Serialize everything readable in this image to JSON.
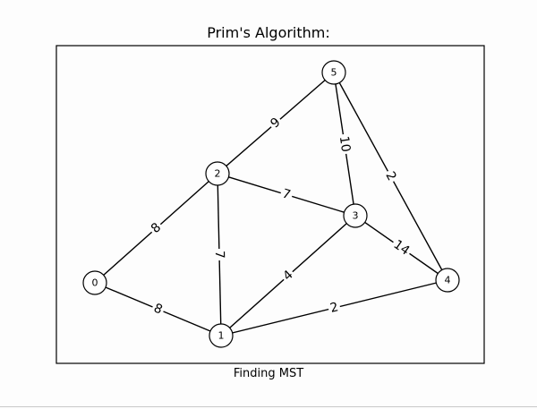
{
  "title": "Prim's Algorithm:",
  "xlabel": "Finding MST",
  "nodes": [
    {
      "id": "0",
      "label": "0"
    },
    {
      "id": "1",
      "label": "1"
    },
    {
      "id": "2",
      "label": "2"
    },
    {
      "id": "3",
      "label": "3"
    },
    {
      "id": "4",
      "label": "4"
    },
    {
      "id": "5",
      "label": "5"
    }
  ],
  "edges": [
    {
      "from": "0",
      "to": "2",
      "weight": "8"
    },
    {
      "from": "0",
      "to": "1",
      "weight": "8"
    },
    {
      "from": "2",
      "to": "5",
      "weight": "9"
    },
    {
      "from": "2",
      "to": "3",
      "weight": "7"
    },
    {
      "from": "2",
      "to": "1",
      "weight": "7"
    },
    {
      "from": "5",
      "to": "3",
      "weight": "10"
    },
    {
      "from": "5",
      "to": "4",
      "weight": "2"
    },
    {
      "from": "3",
      "to": "4",
      "weight": "14"
    },
    {
      "from": "3",
      "to": "1",
      "weight": "4"
    },
    {
      "from": "1",
      "to": "4",
      "weight": "2"
    }
  ]
}
